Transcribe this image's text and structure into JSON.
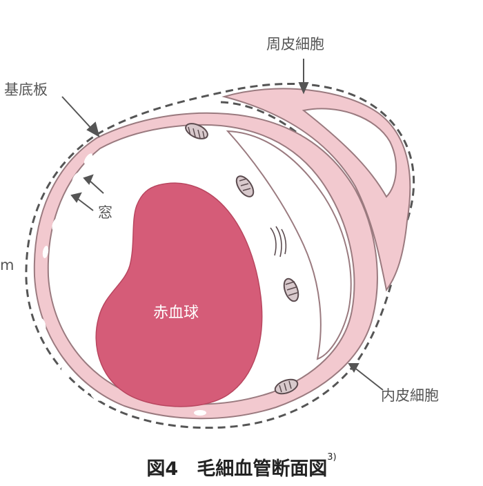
{
  "labels": {
    "pericyte": "周皮細胞",
    "basement_membrane": "基底板",
    "fenestra": "窓",
    "partial_left": "m",
    "red_blood_cell": "赤血球",
    "endothelial_cell": "内皮細胞"
  },
  "caption": {
    "text": "図4　毛細血管断面図",
    "ref": "3)"
  },
  "colors": {
    "cell_fill": "#f2c9cf",
    "cell_stroke": "#9a7a7f",
    "rbc_fill": "#d55c78",
    "dashed_line": "#555555",
    "mito_fill": "#d8c9cc",
    "label": "#555555"
  }
}
